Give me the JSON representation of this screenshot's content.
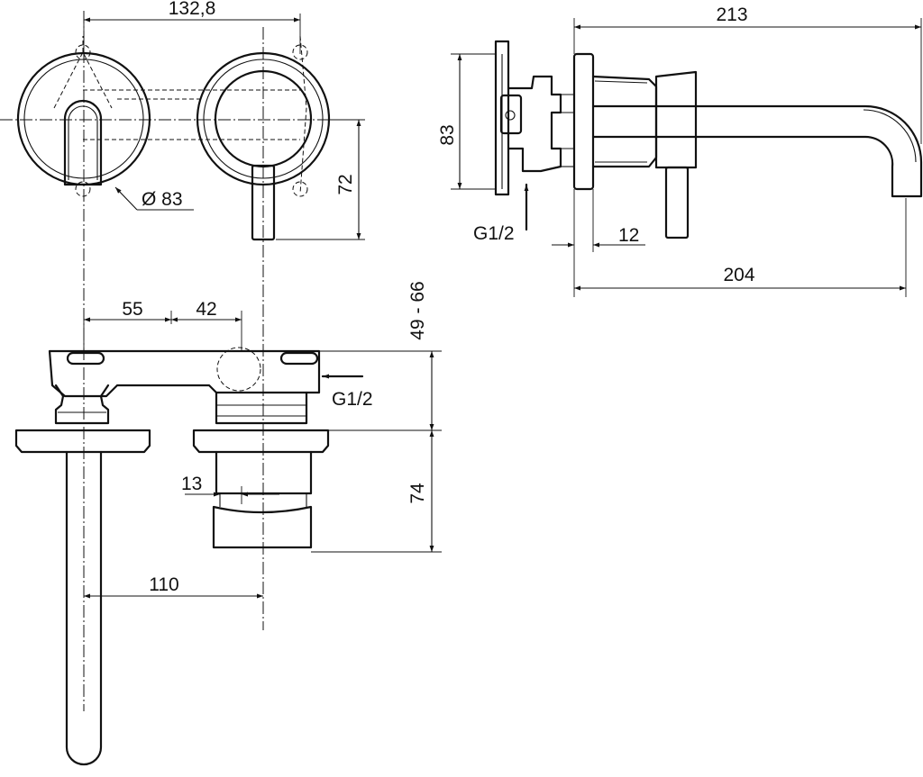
{
  "dimensions": {
    "width_total": "132,8",
    "diameter": "Ø 83",
    "height_72": "72",
    "depth_213": "213",
    "height_83": "83",
    "thread_side": "G1/2",
    "offset_12": "12",
    "reach_204": "204",
    "spacing_55": "55",
    "spacing_42": "42",
    "range_49_66": "49 - 66",
    "thread_top": "G1/2",
    "width_13": "13",
    "height_74": "74",
    "spout_110": "110"
  }
}
